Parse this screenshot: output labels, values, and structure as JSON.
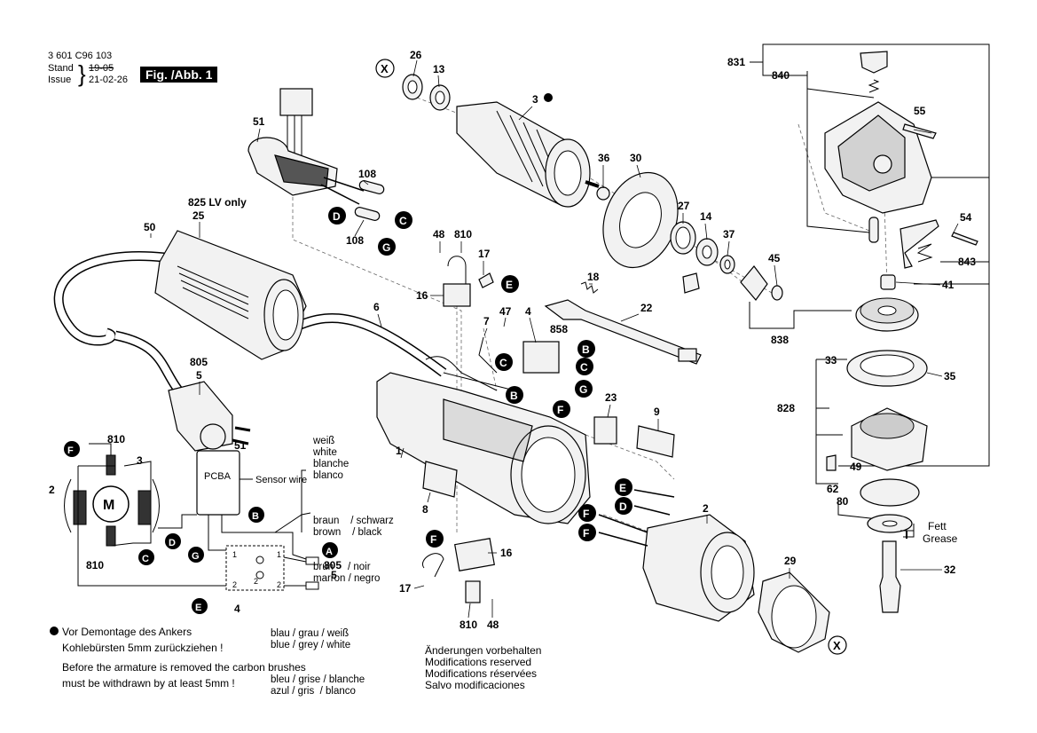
{
  "header": {
    "doc_number": "3 601 C96 103",
    "stand_label": "Stand",
    "issue_label": "Issue",
    "stand_value": "19-05",
    "issue_value": "21-02-26",
    "figure_label": "Fig. /Abb. 1"
  },
  "parts": [
    {
      "id": "26",
      "label": "26"
    },
    {
      "id": "13",
      "label": "13"
    },
    {
      "id": "3",
      "label": "3"
    },
    {
      "id": "36",
      "label": "36"
    },
    {
      "id": "30",
      "label": "30"
    },
    {
      "id": "27",
      "label": "27"
    },
    {
      "id": "14",
      "label": "14"
    },
    {
      "id": "37",
      "label": "37"
    },
    {
      "id": "45",
      "label": "45"
    },
    {
      "id": "831",
      "label": "831"
    },
    {
      "id": "840",
      "label": "840"
    },
    {
      "id": "55",
      "label": "55"
    },
    {
      "id": "54",
      "label": "54"
    },
    {
      "id": "843",
      "label": "843"
    },
    {
      "id": "41",
      "label": "41"
    },
    {
      "id": "838",
      "label": "838"
    },
    {
      "id": "33",
      "label": "33"
    },
    {
      "id": "35",
      "label": "35"
    },
    {
      "id": "828",
      "label": "828"
    },
    {
      "id": "49",
      "label": "49"
    },
    {
      "id": "62",
      "label": "62"
    },
    {
      "id": "80",
      "label": "80"
    },
    {
      "id": "32",
      "label": "32"
    },
    {
      "id": "29",
      "label": "29"
    },
    {
      "id": "2",
      "label": "2"
    },
    {
      "id": "51",
      "label": "51"
    },
    {
      "id": "108a",
      "label": "108"
    },
    {
      "id": "108b",
      "label": "108"
    },
    {
      "id": "825",
      "label": "825  LV only"
    },
    {
      "id": "25",
      "label": "25"
    },
    {
      "id": "50",
      "label": "50"
    },
    {
      "id": "48a",
      "label": "48"
    },
    {
      "id": "810a",
      "label": "810"
    },
    {
      "id": "17a",
      "label": "17"
    },
    {
      "id": "16a",
      "label": "16"
    },
    {
      "id": "18",
      "label": "18"
    },
    {
      "id": "22",
      "label": "22"
    },
    {
      "id": "7",
      "label": "7"
    },
    {
      "id": "47",
      "label": "47"
    },
    {
      "id": "4",
      "label": "4"
    },
    {
      "id": "858",
      "label": "858"
    },
    {
      "id": "23",
      "label": "23"
    },
    {
      "id": "9",
      "label": "9"
    },
    {
      "id": "6",
      "label": "6"
    },
    {
      "id": "805",
      "label": "805"
    },
    {
      "id": "5",
      "label": "5"
    },
    {
      "id": "1",
      "label": "1"
    },
    {
      "id": "8",
      "label": "8"
    },
    {
      "id": "16b",
      "label": "16"
    },
    {
      "id": "17b",
      "label": "17"
    },
    {
      "id": "810b",
      "label": "810"
    },
    {
      "id": "48b",
      "label": "48"
    }
  ],
  "markers": [
    "X",
    "A",
    "B",
    "C",
    "D",
    "E",
    "F",
    "G"
  ],
  "grease_label": "Fett\nGrease",
  "grease_de": "Fett",
  "grease_en": "Grease",
  "schematic": {
    "motor_label": "M",
    "pcba_label": "PCBA",
    "sensor_wire": "Sensor wire",
    "white": [
      "weiß",
      "white",
      "blanche",
      "blanco"
    ],
    "brown_black": [
      "braun    / schwarz",
      "brown    / black",
      "brun     / noir",
      "marron / negro"
    ],
    "blue_grey_white": [
      "blau / grau / weiß",
      "blue / grey / white",
      "bleu / grise / blanche",
      "azul / gris  / blanco"
    ],
    "labels": {
      "F": "F",
      "810a": "810",
      "3": "3",
      "2": "2",
      "810b": "810",
      "C": "C",
      "D": "D",
      "G": "G",
      "E": "E",
      "4": "4",
      "51": "51",
      "B": "B",
      "A": "A",
      "805": "805",
      "5": "5"
    }
  },
  "notes": {
    "de_line1": "Vor Demontage des Ankers",
    "de_line2": "Kohlebürsten 5mm zurückziehen !",
    "en_line1": "Before the armature is removed the carbon brushes",
    "en_line2": "must be withdrawn by at least 5mm !",
    "mods": [
      "Änderungen vorbehalten",
      "Modifications reserved",
      "Modifications réservées",
      "Salvo modificaciones"
    ]
  }
}
